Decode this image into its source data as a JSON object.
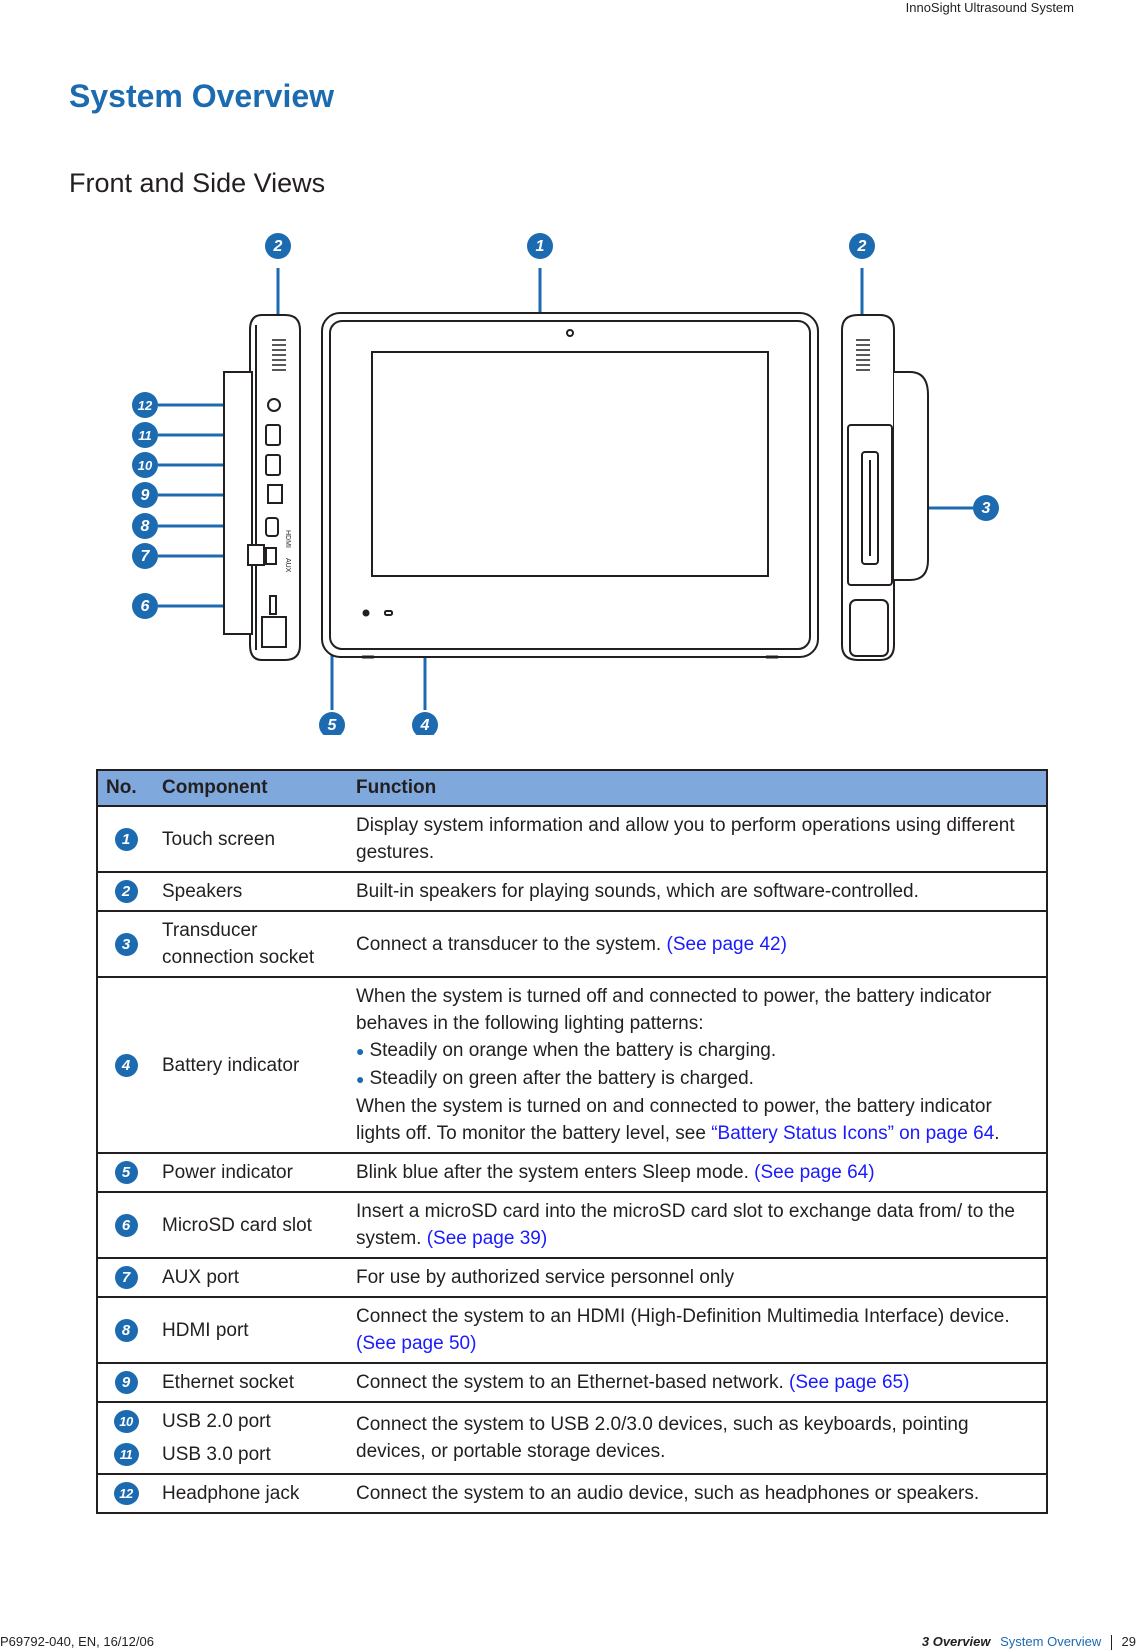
{
  "header": {
    "running_title": "InnoSight Ultrasound System"
  },
  "title": "System Overview",
  "subtitle": "Front and Side Views",
  "figure": {
    "callouts": [
      "1",
      "2",
      "2",
      "3",
      "4",
      "5",
      "6",
      "7",
      "8",
      "9",
      "10",
      "11",
      "12"
    ],
    "port_labels": {
      "aux": "AUX",
      "hdmi": "HDMI"
    },
    "colors": {
      "callout": "#1c6ab0",
      "device_outline": "#231f20",
      "device_fill": "#ffffff"
    }
  },
  "table": {
    "headers": {
      "no": "No.",
      "component": "Component",
      "function": "Function"
    },
    "header_color": "#7fa8dc",
    "rows": [
      {
        "no": "1",
        "component": "Touch screen",
        "function": "Display system information and allow you to perform operations using different gestures."
      },
      {
        "no": "2",
        "component": "Speakers",
        "function": "Built-in speakers for playing sounds, which are software-controlled."
      },
      {
        "no": "3",
        "component": "Transducer connection socket",
        "function": "Connect a transducer to the system.",
        "link": "(See page 42)"
      },
      {
        "no": "4",
        "component": "Battery indicator",
        "function_intro": "When the system is turned off and connected to power, the battery indicator behaves in the following lighting patterns:",
        "bullets": [
          "Steadily on orange when the battery is charging.",
          "Steadily on green after the battery is charged."
        ],
        "function_outro": "When the system is turned on and connected to power, the battery indicator lights off. To monitor the battery level, see",
        "link": "“Battery Status Icons” on page 64",
        "tail": "."
      },
      {
        "no": "5",
        "component": "Power indicator",
        "function": "Blink blue after the system enters Sleep mode.",
        "link": "(See page 64)"
      },
      {
        "no": "6",
        "component": "MicroSD card slot",
        "function": "Insert a microSD card into the microSD card slot to exchange data from/ to the system.",
        "link": "(See page 39)"
      },
      {
        "no": "7",
        "component": "AUX port",
        "function": "For use by authorized service personnel only"
      },
      {
        "no": "8",
        "component": "HDMI port",
        "function": "Connect the system to an HDMI (High-Definition Multimedia Interface) device.",
        "link": "(See page 50)"
      },
      {
        "no": "9",
        "component": "Ethernet socket",
        "function": "Connect the system to an Ethernet-based network.",
        "link": "(See page 65)"
      },
      {
        "no_a": "10",
        "no_b": "11",
        "component_a": "USB 2.0 port",
        "component_b": "USB 3.0 port",
        "function": "Connect the system to USB 2.0/3.0 devices, such as keyboards, pointing devices, or portable storage devices."
      },
      {
        "no": "12",
        "component": "Headphone jack",
        "function": "Connect the system to an audio device, such as headphones or speakers."
      }
    ]
  },
  "footer": {
    "doc_id": "P69792-040, EN, 16/12/06",
    "section": "3 Overview",
    "subsection": "System Overview",
    "page": "29"
  }
}
